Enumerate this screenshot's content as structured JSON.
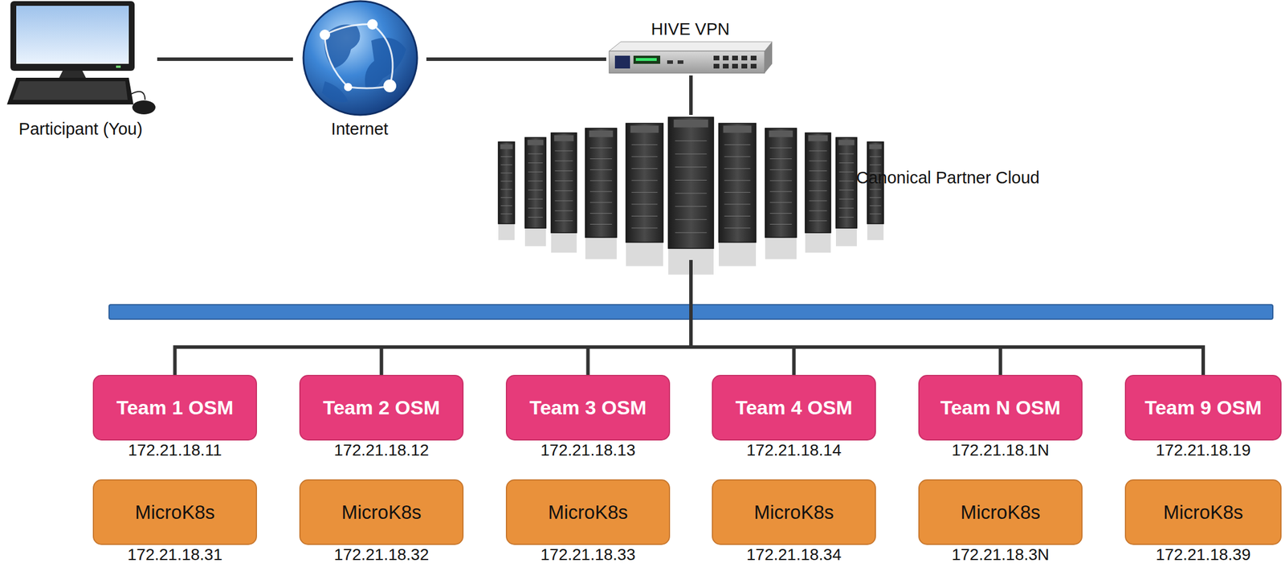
{
  "diagram": {
    "nodes": [
      {
        "text": [
          "Participant (You)"
        ]
      },
      {
        "text": [
          "Internet"
        ]
      },
      {
        "text": [
          "HIVE VPN"
        ]
      },
      {
        "text": [
          "Canonical Partner Cloud"
        ]
      },
      {
        "text": [
          "Team 1 OSM",
          "172.21.18.11"
        ]
      },
      {
        "text": [
          "Team 2 OSM",
          "172.21.18.12"
        ]
      },
      {
        "text": [
          "Team 3 OSM",
          "172.21.18.13"
        ]
      },
      {
        "text": [
          "Team 4 OSM",
          "172.21.18.14"
        ]
      },
      {
        "text": [
          "Team N OSM",
          "172.21.18.1N"
        ]
      },
      {
        "text": [
          "Team 9 OSM",
          "172.21.18.19"
        ]
      },
      {
        "text": [
          "MicroK8s",
          "172.21.18.31"
        ]
      },
      {
        "text": [
          "MicroK8s",
          "172.21.18.32"
        ]
      },
      {
        "text": [
          "MicroK8s",
          "172.21.18.33"
        ]
      },
      {
        "text": [
          "MicroK8s",
          "172.21.18.34"
        ]
      },
      {
        "text": [
          "MicroK8s",
          "172.21.18.3N"
        ]
      },
      {
        "text": [
          "MicroK8s",
          "172.21.18.39"
        ]
      }
    ],
    "edges": [
      {
        "from": 0,
        "to": 1,
        "arrow": "none"
      },
      {
        "from": 1,
        "to": 2,
        "arrow": "none"
      },
      {
        "from": 2,
        "to": 3,
        "arrow": "none"
      },
      {
        "from": 3,
        "to": 4,
        "arrow": "none"
      },
      {
        "from": 3,
        "to": 5,
        "arrow": "none"
      },
      {
        "from": 3,
        "to": 6,
        "arrow": "none"
      },
      {
        "from": 3,
        "to": 7,
        "arrow": "none"
      },
      {
        "from": 3,
        "to": 8,
        "arrow": "none"
      },
      {
        "from": 3,
        "to": 9,
        "arrow": "none"
      }
    ]
  }
}
